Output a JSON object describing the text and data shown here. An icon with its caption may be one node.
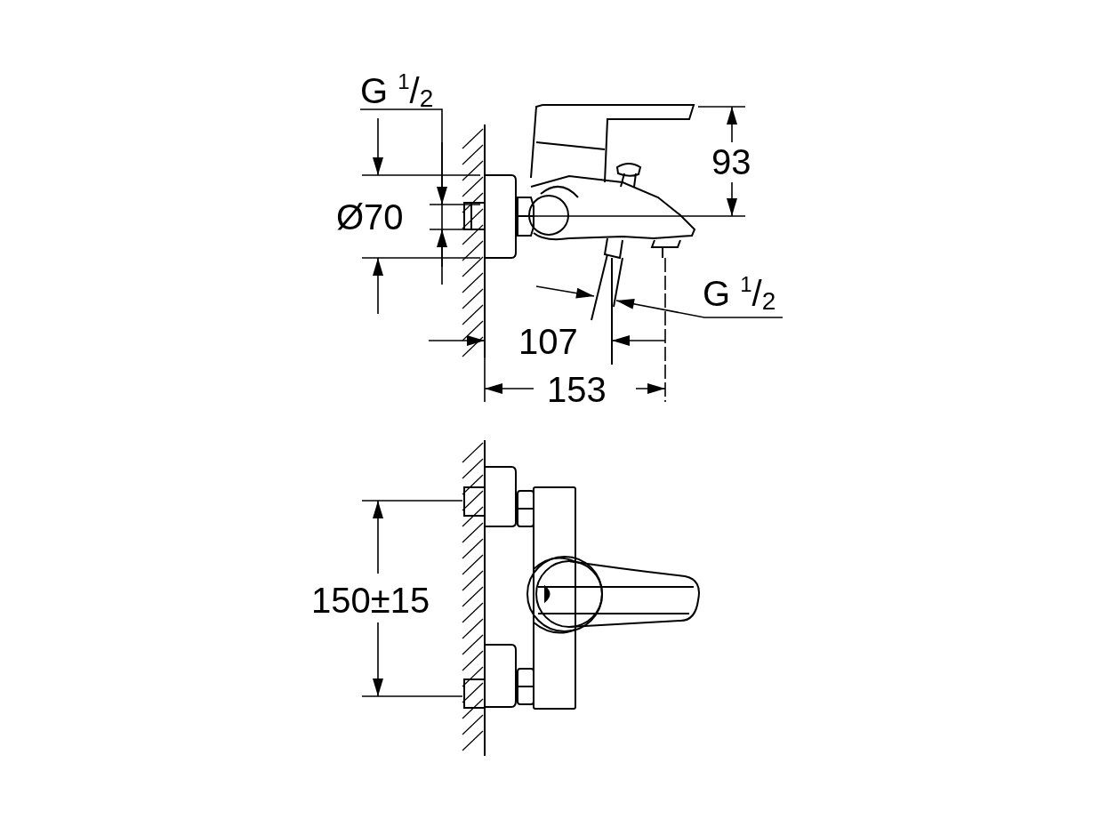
{
  "diagram": {
    "labels": [
      "G $^{1}$/$_{2}$",
      "Ø70",
      "93",
      "G $^{1}$/$_{2}$",
      "107",
      "153",
      "150±15"
    ]
  }
}
